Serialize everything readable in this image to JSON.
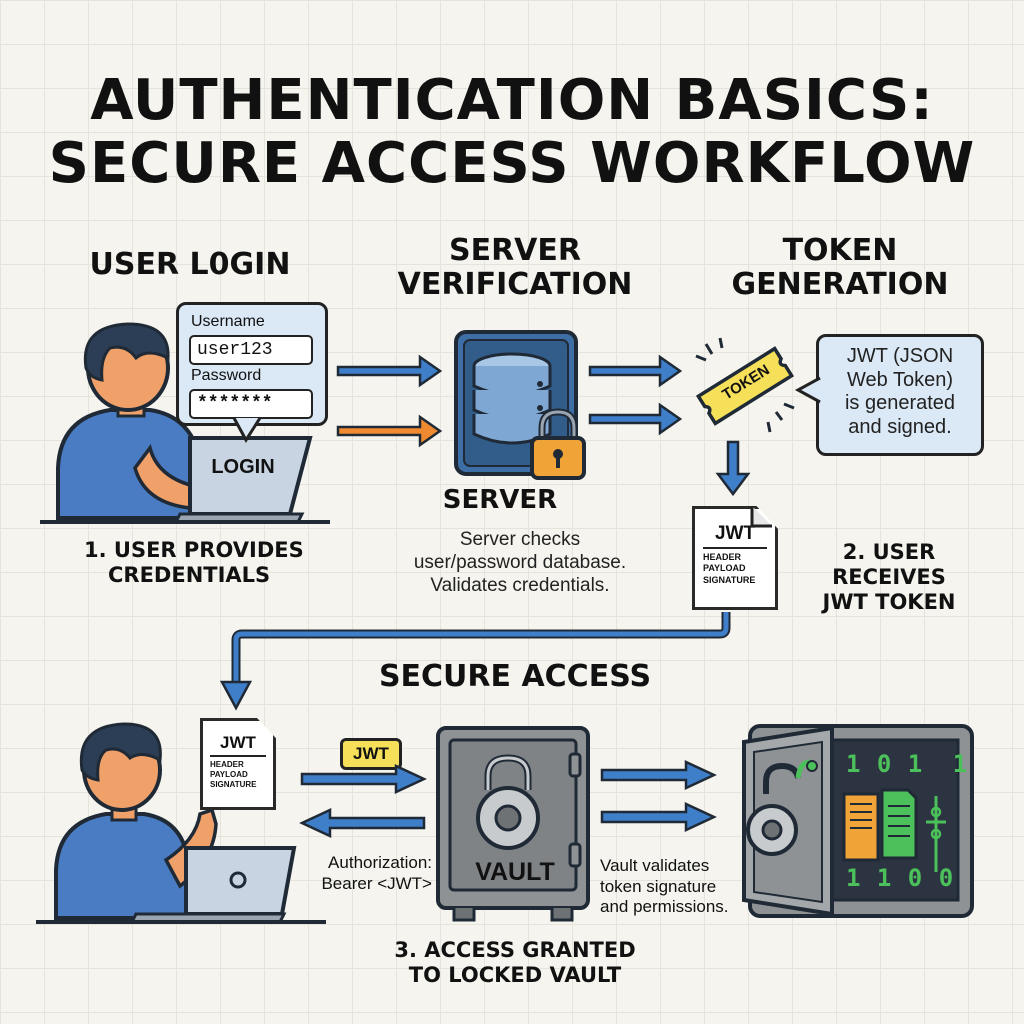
{
  "title": {
    "line1": "AUTHENTICATION BASICS:",
    "line2": "SECURE ACCESS WORKFLOW"
  },
  "step1": {
    "heading": "USER L0GIN",
    "username_label": "Username",
    "username_value": "user123",
    "password_label": "Password",
    "password_value": "*******",
    "login_label": "LOGIN",
    "caption_line1": "1. USER PROVIDES",
    "caption_line2": "CREDENTIALS"
  },
  "step_server": {
    "heading_line1": "SERVER",
    "heading_line2": "VERIFICATION",
    "server_label": "SERVER",
    "desc_line1": "Server checks",
    "desc_line2": "user/password database.",
    "desc_line3": "Validates credentials."
  },
  "step_token": {
    "heading_line1": "TOKEN",
    "heading_line2": "GENERATION",
    "token_label": "TOKEN",
    "bubble_line1": "JWT (JSON",
    "bubble_line2": "Web Token)",
    "bubble_line3": "is generated",
    "bubble_line4": "and signed.",
    "doc_title": "JWT",
    "doc_header": "HEADER",
    "doc_payload": "PAYLOAD",
    "doc_signature": "SIGNATURE",
    "caption_line1": "2. USER RECEIVES",
    "caption_line2": "JWT TOKEN"
  },
  "step_access": {
    "heading": "SECURE ACCESS",
    "doc_title": "JWT",
    "doc_header": "HEADER",
    "doc_payload": "PAYLOAD",
    "doc_signature": "SIGNATURE",
    "jwt_tag": "JWT",
    "auth_line1": "Authorization:",
    "auth_line2": "Bearer <JWT>",
    "vault_label": "VAULT",
    "validate_line1": "Vault validates",
    "validate_line2": "token signature",
    "validate_line3": "and permissions.",
    "data_row1": "1 0 1",
    "data_row1b": "1",
    "data_row2": "1 1 0 0",
    "caption_line1": "3. ACCESS GRANTED",
    "caption_line2": "TO LOCKED VAULT"
  },
  "colors": {
    "blue_arrow": "#3f7fc9",
    "orange_arrow": "#f08a30",
    "server_blue": "#3d6ea5",
    "lock_orange": "#f0a437",
    "token_yellow": "#f6e05a",
    "shirt_blue": "#4a7cc4",
    "skin": "#f0a16a",
    "vault_grey": "#8e9294",
    "screen_green": "#4cc05a"
  },
  "icons": [
    "user-icon",
    "laptop-icon",
    "server-icon",
    "padlock-icon",
    "token-ticket-icon",
    "jwt-document-icon",
    "vault-icon",
    "open-safe-icon"
  ]
}
